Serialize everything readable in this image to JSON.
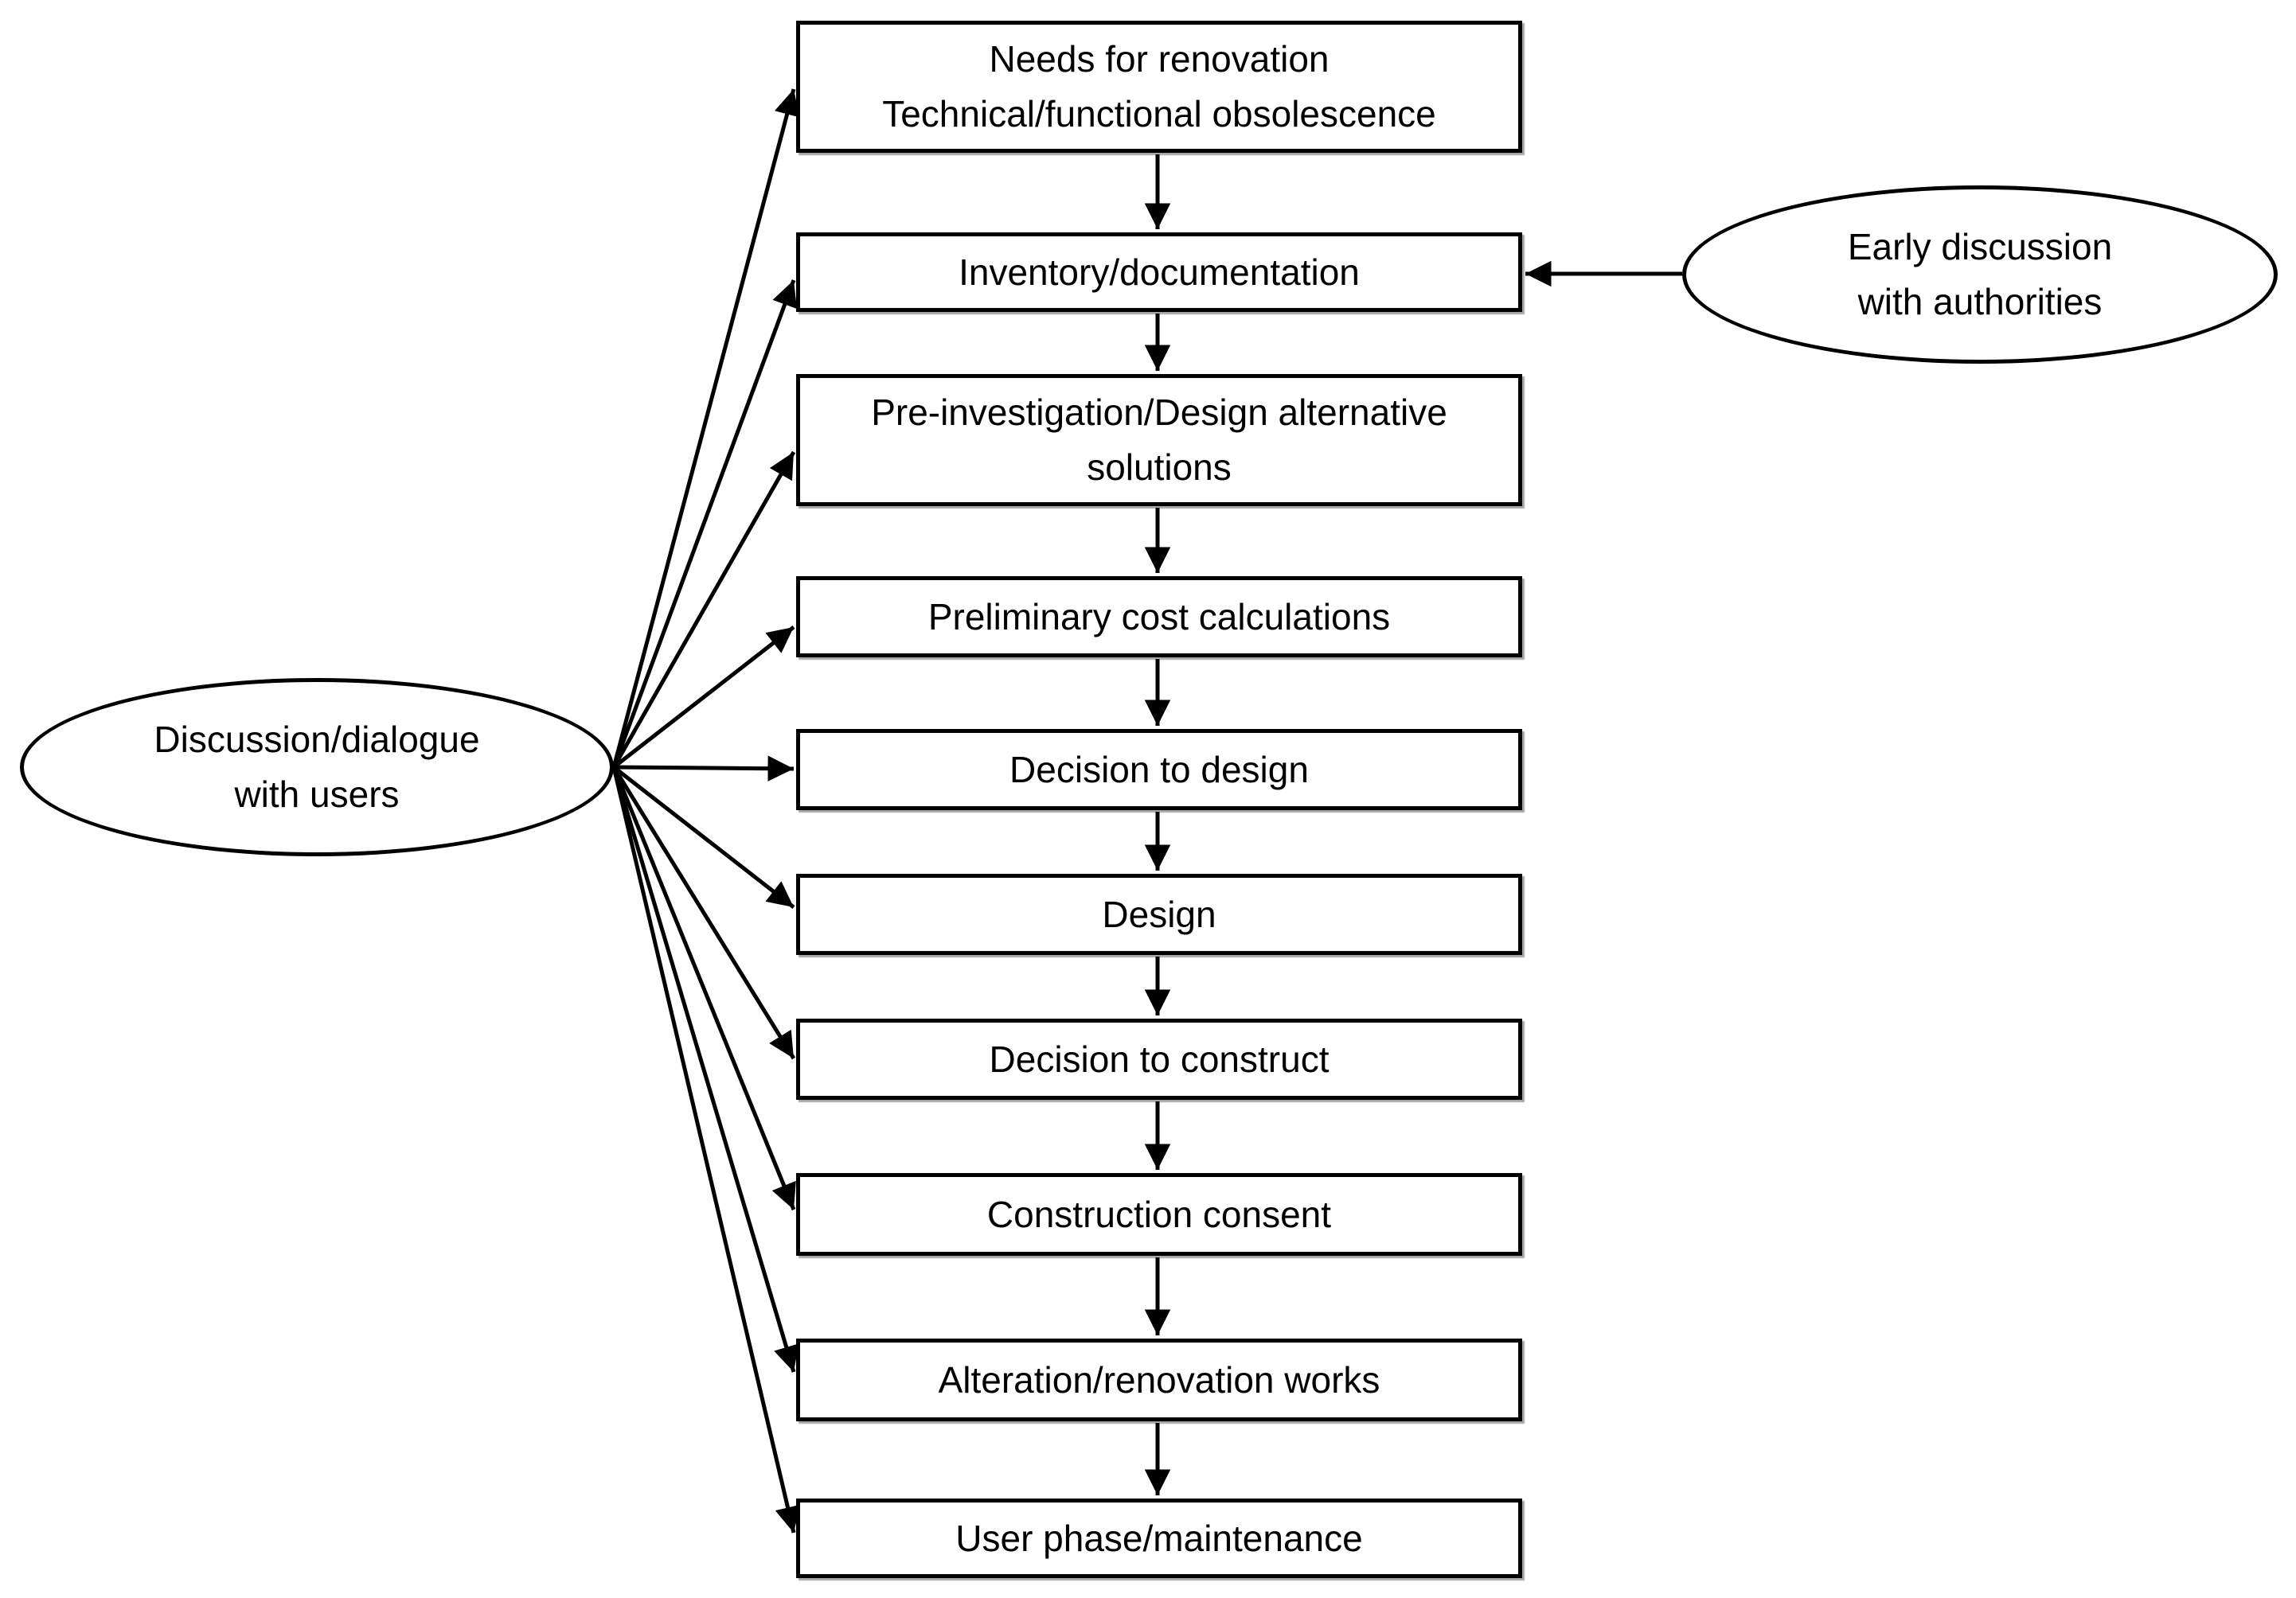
{
  "diagram": {
    "background_color": "#ffffff",
    "stroke_color": "#000000",
    "text_color": "#000000",
    "boxes": [
      {
        "id": "needs",
        "label": "Needs for renovation\nTechnical/functional obsolescence"
      },
      {
        "id": "inventory",
        "label": "Inventory/documentation"
      },
      {
        "id": "pre_investigation",
        "label": "Pre-investigation/Design alternative\nsolutions"
      },
      {
        "id": "preliminary_cost",
        "label": "Preliminary cost calculations"
      },
      {
        "id": "decision_design",
        "label": "Decision to design"
      },
      {
        "id": "design",
        "label": "Design"
      },
      {
        "id": "decision_construct",
        "label": "Decision to construct"
      },
      {
        "id": "construction_consent",
        "label": "Construction consent"
      },
      {
        "id": "alteration_works",
        "label": "Alteration/renovation works"
      },
      {
        "id": "user_phase",
        "label": "User phase/maintenance"
      }
    ],
    "ellipses": {
      "users": {
        "label": "Discussion/dialogue\nwith users"
      },
      "authorities": {
        "label": "Early discussion\nwith authorities"
      }
    },
    "connections": [
      {
        "from": "needs",
        "to": "inventory",
        "type": "flow"
      },
      {
        "from": "inventory",
        "to": "pre_investigation",
        "type": "flow"
      },
      {
        "from": "pre_investigation",
        "to": "preliminary_cost",
        "type": "flow"
      },
      {
        "from": "preliminary_cost",
        "to": "decision_design",
        "type": "flow"
      },
      {
        "from": "decision_design",
        "to": "design",
        "type": "flow"
      },
      {
        "from": "design",
        "to": "decision_construct",
        "type": "flow"
      },
      {
        "from": "decision_construct",
        "to": "construction_consent",
        "type": "flow"
      },
      {
        "from": "construction_consent",
        "to": "alteration_works",
        "type": "flow"
      },
      {
        "from": "alteration_works",
        "to": "user_phase",
        "type": "flow"
      },
      {
        "from": "ellipse_authorities",
        "to": "inventory",
        "type": "input"
      },
      {
        "from": "ellipse_users",
        "to": "needs",
        "type": "input"
      },
      {
        "from": "ellipse_users",
        "to": "inventory",
        "type": "input"
      },
      {
        "from": "ellipse_users",
        "to": "pre_investigation",
        "type": "input"
      },
      {
        "from": "ellipse_users",
        "to": "preliminary_cost",
        "type": "input"
      },
      {
        "from": "ellipse_users",
        "to": "decision_design",
        "type": "input"
      },
      {
        "from": "ellipse_users",
        "to": "design",
        "type": "input"
      },
      {
        "from": "ellipse_users",
        "to": "decision_construct",
        "type": "input"
      },
      {
        "from": "ellipse_users",
        "to": "construction_consent",
        "type": "input"
      },
      {
        "from": "ellipse_users",
        "to": "alteration_works",
        "type": "input"
      },
      {
        "from": "ellipse_users",
        "to": "user_phase",
        "type": "input"
      }
    ]
  }
}
